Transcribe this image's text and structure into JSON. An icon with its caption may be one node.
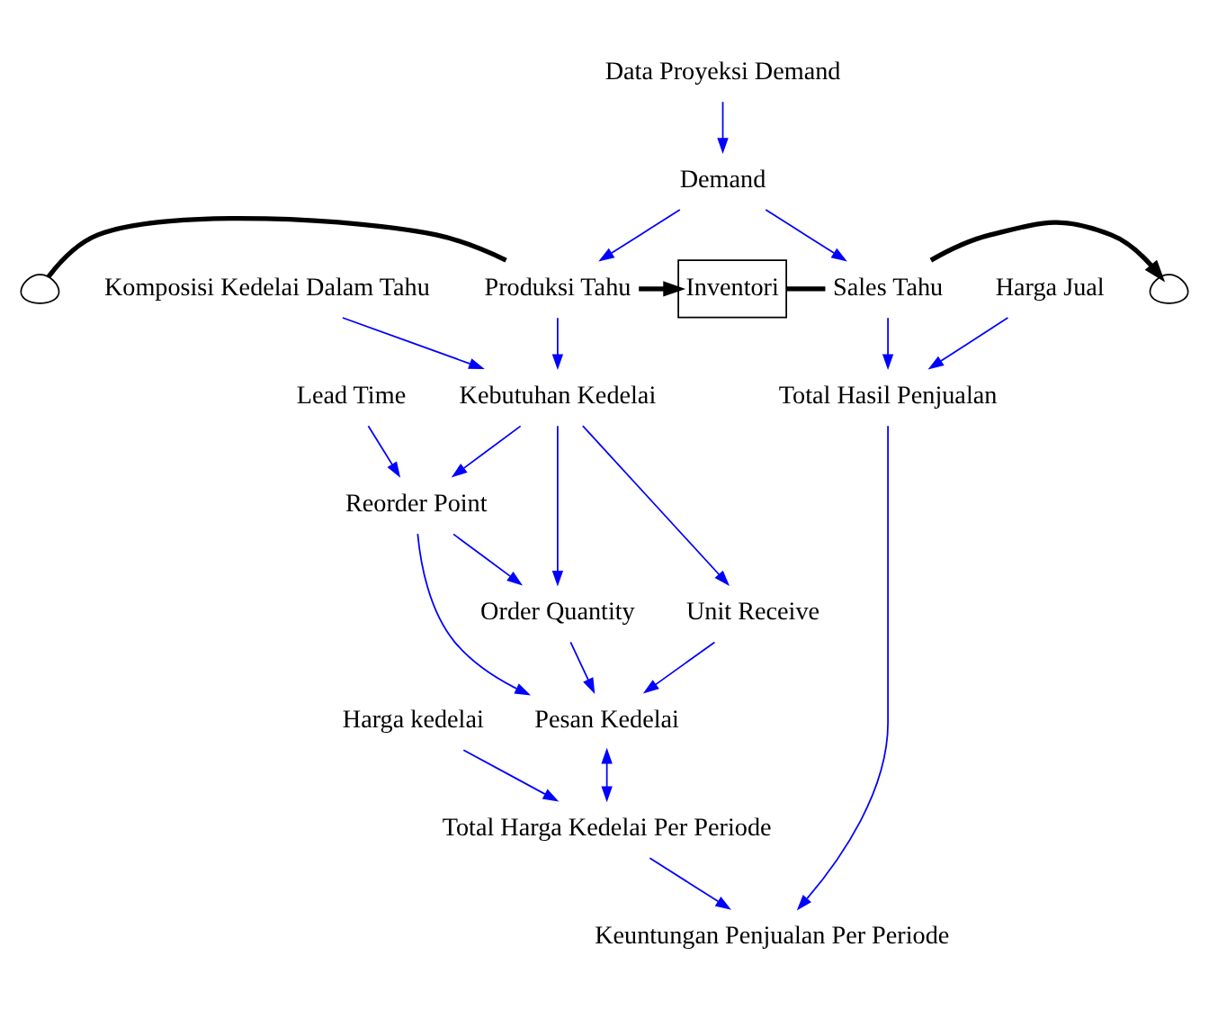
{
  "diagram": {
    "nodes": [
      {
        "text": [
          "Data Proyeksi Demand"
        ]
      },
      {
        "text": [
          "Harga Jual"
        ]
      },
      {
        "text": [
          "Demand"
        ]
      },
      {
        "text": [
          "Total Hasil Penjualan"
        ]
      },
      {
        "text": [],
        "shape": "cloud"
      },
      {
        "text": [
          "Produksi Tahu"
        ]
      },
      {
        "text": [
          "Inventori"
        ]
      },
      {
        "text": [
          "Sales Tahu"
        ]
      },
      {
        "text": [],
        "shape": "cloud"
      },
      {
        "text": [
          "Keuntungan Penjualan Per Periode"
        ]
      },
      {
        "text": [
          "Unit Receive"
        ]
      },
      {
        "text": [
          "Kebutuhan Kedelai"
        ]
      },
      {
        "text": [
          "Total Harga Kedelai Per Periode"
        ]
      },
      {
        "text": [
          "Lead Time"
        ]
      },
      {
        "text": [
          "Pesan Kedelai"
        ]
      },
      {
        "text": [
          "Harga kedelai"
        ]
      },
      {
        "text": [
          "Komposisi Kedelai Dalam Tahu"
        ]
      },
      {
        "text": [
          "Reorder Point"
        ]
      },
      {
        "text": [
          "Order Quantity"
        ]
      }
    ],
    "edges": [
      {
        "from": 0,
        "to": 2,
        "arrow": "to"
      },
      {
        "from": 1,
        "to": 3,
        "arrow": "to"
      },
      {
        "from": 2,
        "to": 5,
        "arrow": "to"
      },
      {
        "from": 2,
        "to": 7,
        "arrow": "to"
      },
      {
        "from": 7,
        "to": 3,
        "arrow": "to"
      },
      {
        "from": 3,
        "to": 9,
        "arrow": "to"
      },
      {
        "from": 4,
        "to": 5,
        "arrow": "none",
        "style": "thick",
        "color": "#000000"
      },
      {
        "from": 5,
        "to": 6,
        "arrow": "to",
        "style": "thick",
        "color": "#000000"
      },
      {
        "from": 6,
        "to": 7,
        "arrow": "none",
        "style": "thick",
        "color": "#000000"
      },
      {
        "from": 7,
        "to": 8,
        "arrow": "to",
        "style": "thick",
        "color": "#000000"
      },
      {
        "from": 5,
        "to": 11,
        "arrow": "to"
      },
      {
        "from": 11,
        "to": 10,
        "arrow": "to"
      },
      {
        "from": 11,
        "to": 17,
        "arrow": "to"
      },
      {
        "from": 10,
        "to": 14,
        "arrow": "to"
      },
      {
        "from": 13,
        "to": 17,
        "arrow": "to"
      },
      {
        "from": 17,
        "to": 14,
        "arrow": "to"
      },
      {
        "from": 11,
        "to": 18,
        "arrow": "to"
      },
      {
        "from": 16,
        "to": 11,
        "arrow": "to"
      },
      {
        "from": 14,
        "to": 12,
        "arrow": "both"
      },
      {
        "from": 18,
        "to": 14,
        "arrow": "to"
      },
      {
        "from": 17,
        "to": 18,
        "arrow": "to"
      },
      {
        "from": 15,
        "to": 12,
        "arrow": "to"
      },
      {
        "from": 12,
        "to": 9,
        "arrow": "to"
      }
    ]
  }
}
